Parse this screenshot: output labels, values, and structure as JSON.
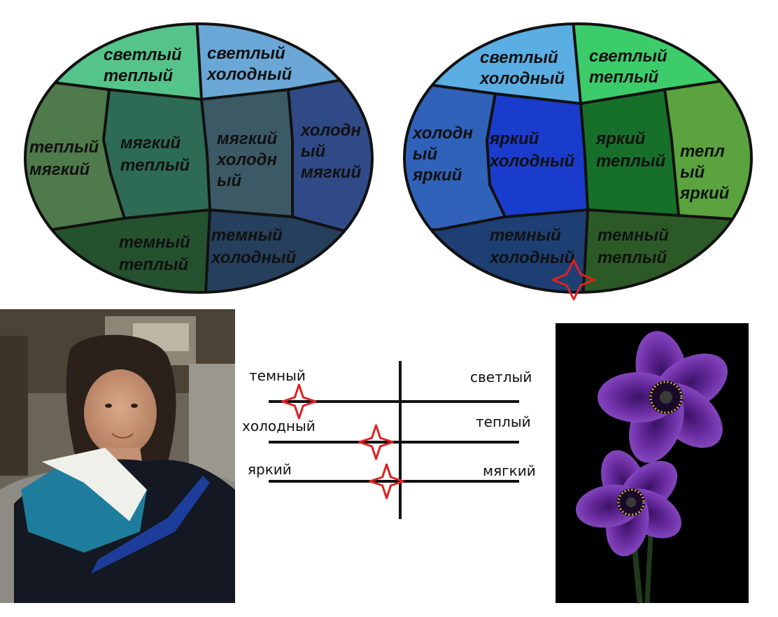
{
  "left_oval": {
    "segments": [
      {
        "id": "light-warm",
        "lines": [
          "светлый",
          "теплый"
        ],
        "color": "#55c48a"
      },
      {
        "id": "light-cool",
        "lines": [
          "светлый",
          "холодный"
        ],
        "color": "#6aa7d6"
      },
      {
        "id": "warm-soft",
        "lines": [
          "теплый",
          "мягкий"
        ],
        "color": "#4f7a4b"
      },
      {
        "id": "soft-warm",
        "lines": [
          "мягкий",
          "теплый"
        ],
        "color": "#2e6b55"
      },
      {
        "id": "soft-cool",
        "lines": [
          "мягкий",
          "холодн",
          "ый"
        ],
        "color": "#3b5a66"
      },
      {
        "id": "cool-soft",
        "lines": [
          "холодн",
          "ый",
          "мягкий"
        ],
        "color": "#2f4a86"
      },
      {
        "id": "dark-warm",
        "lines": [
          "темный",
          "теплый"
        ],
        "color": "#25522e"
      },
      {
        "id": "dark-cool",
        "lines": [
          "темный",
          "холодный"
        ],
        "color": "#253f5c"
      }
    ]
  },
  "right_oval": {
    "segments": [
      {
        "id": "light-cool",
        "lines": [
          "светлый",
          "холодный"
        ],
        "color": "#5aaee3"
      },
      {
        "id": "light-warm",
        "lines": [
          "светлый",
          "теплый"
        ],
        "color": "#3dcc6a"
      },
      {
        "id": "cool-bright",
        "lines": [
          "холодн",
          "ый",
          "яркий"
        ],
        "color": "#2f62b8"
      },
      {
        "id": "bright-cool",
        "lines": [
          "яркий",
          "холодный"
        ],
        "color": "#1a3ccc"
      },
      {
        "id": "bright-warm",
        "lines": [
          "яркий",
          "теплый"
        ],
        "color": "#17702a"
      },
      {
        "id": "warm-bright",
        "lines": [
          "тепл",
          "ый",
          "яркий"
        ],
        "color": "#5aa33e"
      },
      {
        "id": "dark-cool",
        "lines": [
          "темный",
          "холодный"
        ],
        "color": "#1d3f73"
      },
      {
        "id": "dark-warm",
        "lines": [
          "темный",
          "теплый"
        ],
        "color": "#2c5a27"
      }
    ],
    "marker_color": "#e02020"
  },
  "scales": [
    {
      "left": "темный",
      "right": "светлый",
      "marker": 0.11
    },
    {
      "left": "холодный",
      "right": "теплый",
      "marker": 0.44
    },
    {
      "left": "яркий",
      "right": "мягкий",
      "marker": 0.51
    }
  ],
  "photo_portrait": {
    "icon": "portrait-photo",
    "bg": "#6e6a60"
  },
  "photo_flowers": {
    "icon": "purple-anemone-photo",
    "bg": "#000000",
    "petal_color": "#6a2ca0"
  }
}
